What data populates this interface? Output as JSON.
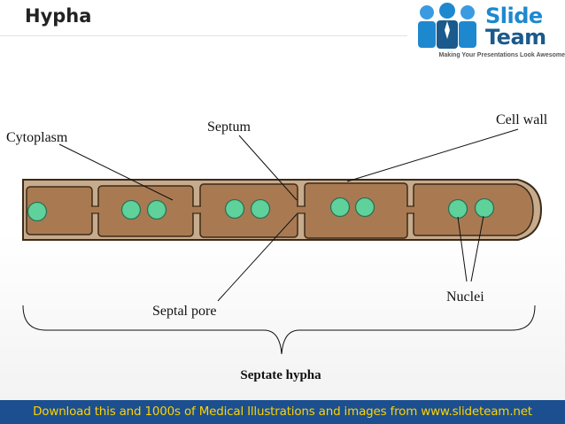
{
  "slide": {
    "title": "Hypha"
  },
  "logo": {
    "line1": "Slide",
    "line2": "Team",
    "tagline": "Making Your Presentations Look Awesome"
  },
  "labels": {
    "cytoplasm": "Cytoplasm",
    "septum": "Septum",
    "cell_wall": "Cell wall",
    "septal_pore": "Septal pore",
    "nuclei": "Nuclei",
    "septate_hypha": "Septate hypha"
  },
  "footer": {
    "text": "Download this and 1000s of Medical Illustrations and images from www.slideteam.net"
  },
  "colors": {
    "cell_wall": "#c7ab8d",
    "cytoplasm": "#a97a52",
    "nucleus": "#5fd19a",
    "footer_bg": "#1b4f8f",
    "footer_text": "#ffd200",
    "logo_blue": "#1e88cf"
  }
}
